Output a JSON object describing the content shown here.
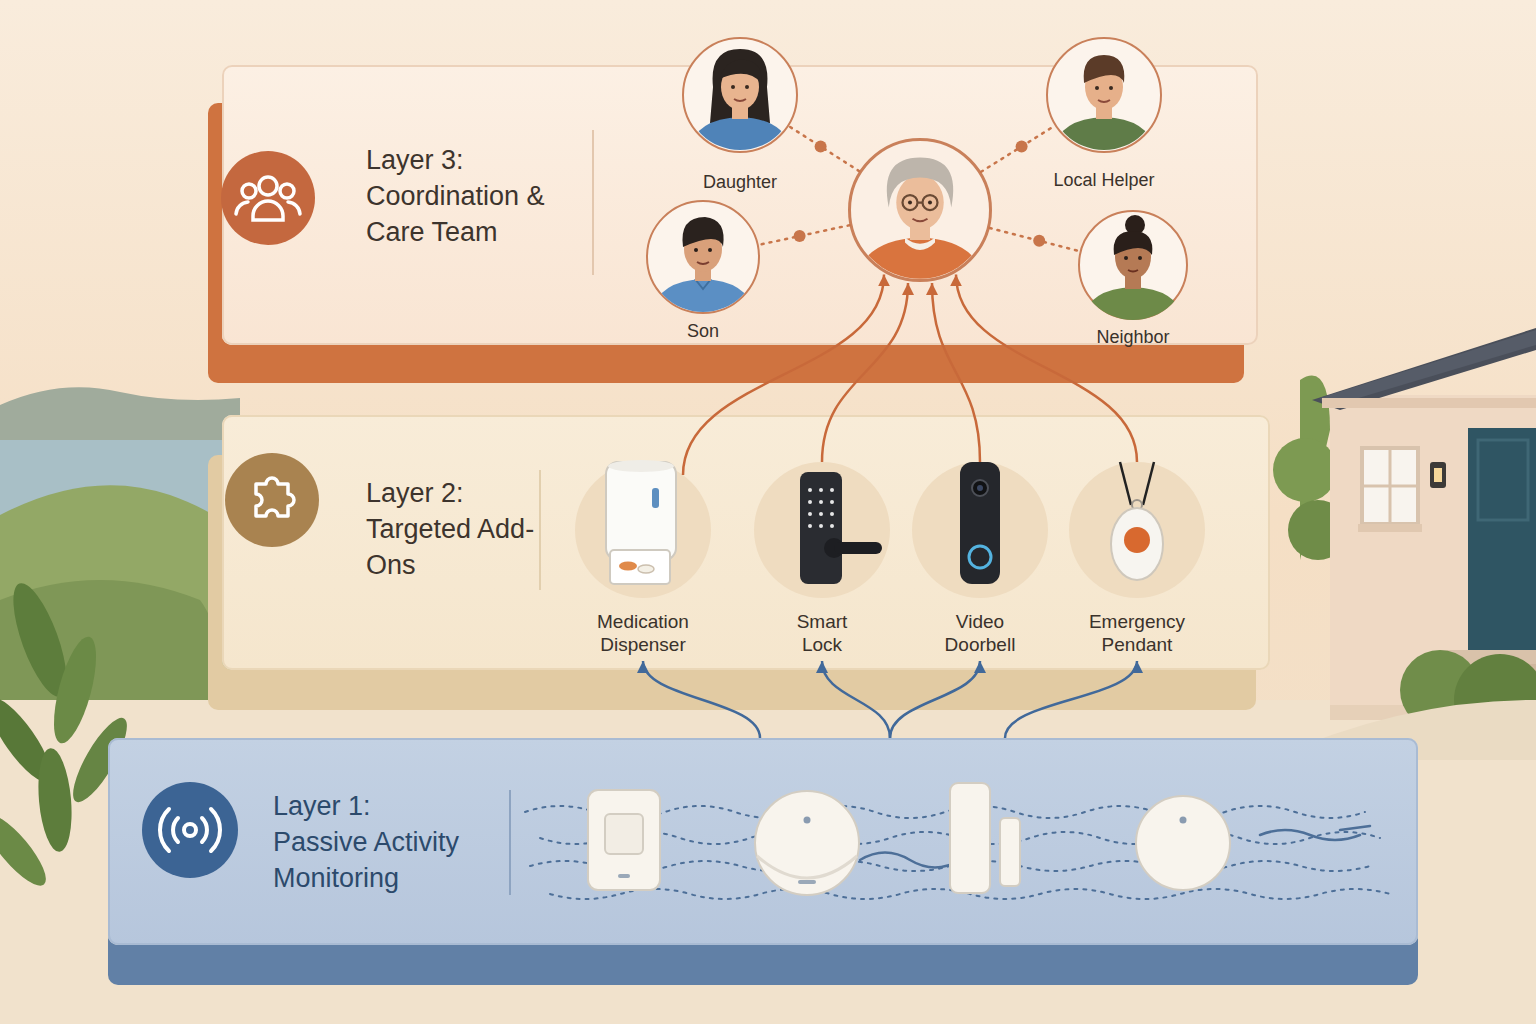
{
  "diagram": {
    "nodes": [
      {
        "text": [
          "Layer 3:",
          "Coordination & Care Team"
        ]
      },
      {
        "text": [
          "Daughter"
        ],
        "in": 0
      },
      {
        "text": [
          "Son"
        ],
        "in": 0
      },
      {
        "text": [],
        "in": 0
      },
      {
        "text": [
          "Local Helper"
        ],
        "in": 0
      },
      {
        "text": [
          "Neighbor"
        ],
        "in": 0
      },
      {
        "text": [
          "Layer 2:",
          "Targeted Add-Ons"
        ]
      },
      {
        "text": [
          "Medication Dispenser"
        ],
        "in": 6
      },
      {
        "text": [
          "Smart Lock"
        ],
        "in": 6
      },
      {
        "text": [
          "Video Doorbell"
        ],
        "in": 6
      },
      {
        "text": [
          "Emergency Pendant"
        ],
        "in": 6
      },
      {
        "text": [
          "Layer 1:",
          "Passive Activity Monitoring"
        ]
      }
    ],
    "edges": [
      {
        "from": 3,
        "to": 1,
        "arrow": "none"
      },
      {
        "from": 3,
        "to": 2,
        "arrow": "none"
      },
      {
        "from": 3,
        "to": 4,
        "arrow": "none"
      },
      {
        "from": 3,
        "to": 5,
        "arrow": "none"
      },
      {
        "from": 7,
        "to": 3,
        "arrow": "to"
      },
      {
        "from": 8,
        "to": 3,
        "arrow": "to"
      },
      {
        "from": 9,
        "to": 3,
        "arrow": "to"
      },
      {
        "from": 10,
        "to": 3,
        "arrow": "to"
      },
      {
        "from": 11,
        "to": 7,
        "arrow": "to"
      },
      {
        "from": 11,
        "to": 8,
        "arrow": "to"
      },
      {
        "from": 11,
        "to": 9,
        "arrow": "to"
      },
      {
        "from": 11,
        "to": 10,
        "arrow": "to"
      }
    ]
  }
}
